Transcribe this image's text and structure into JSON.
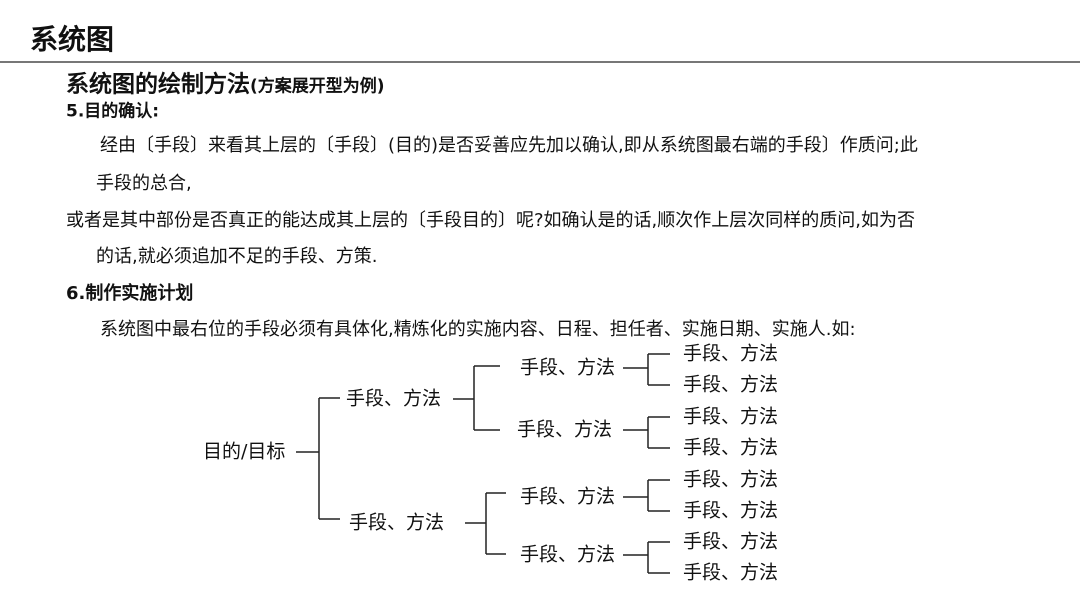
{
  "slide_title": "系统图",
  "subtitle": "系统图的绘制方法",
  "subtitle_note": "(方案展开型为例)",
  "section5": {
    "heading": "5.目的确认:",
    "lines": [
      "经由〔手段〕来看其上层的〔手段〕(目的)是否妥善应先加以确认,即从系统图最右端的手段〕作质问;此",
      "手段的总合,",
      "或者是其中部份是否真正的能达成其上层的〔手段目的〕呢?如确认是的话,顺次作上层次同样的质问,如为否",
      "的话,就必须追加不足的手段、方策."
    ]
  },
  "section6": {
    "heading": "6.制作实施计划",
    "line": "系统图中最右位的手段必须有具体化,精炼化的实施内容、日程、担任者、实施日期、实施人.如:"
  },
  "tree": {
    "root": "目的/目标",
    "level1": [
      "手段、方法",
      "手段、方法"
    ],
    "level2": [
      "手段、方法",
      "手段、方法",
      "手段、方法",
      "手段、方法"
    ],
    "level3": [
      "手段、方法",
      "手段、方法",
      "手段、方法",
      "手段、方法",
      "手段、方法",
      "手段、方法",
      "手段、方法",
      "手段、方法"
    ]
  }
}
